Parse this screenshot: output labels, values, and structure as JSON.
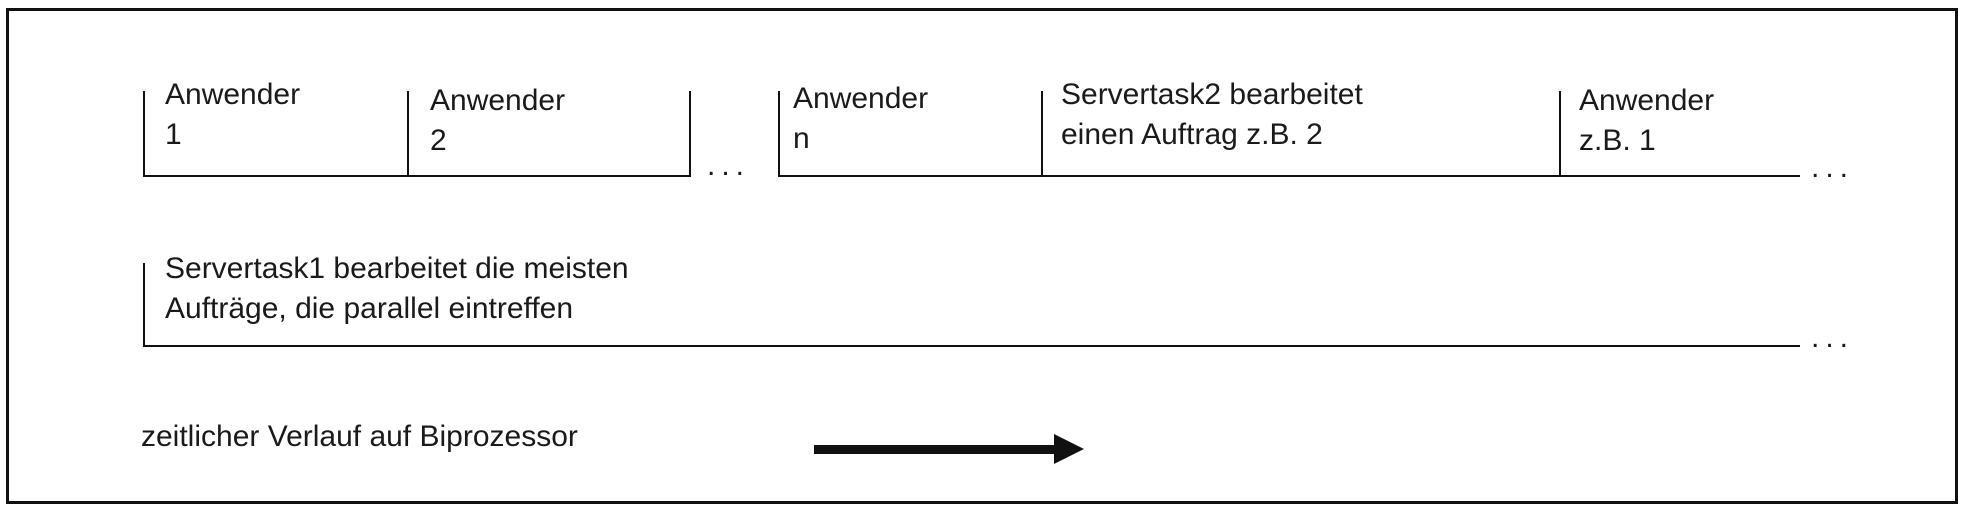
{
  "row1": {
    "segments": [
      {
        "line1": "Anwender",
        "line2": "1"
      },
      {
        "line1": "Anwender",
        "line2": "2"
      },
      {
        "line1": "Anwender",
        "line2": "n"
      },
      {
        "line1": "Servertask2 bearbeitet",
        "line2": "einen Auftrag z.B. 2"
      },
      {
        "line1": "Anwender",
        "line2": "z.B. 1"
      }
    ],
    "gap_dots": "...",
    "end_dots": "..."
  },
  "row2": {
    "line1": "Servertask1 bearbeitet die meisten",
    "line2": "Aufträge, die parallel eintreffen",
    "end_dots": "..."
  },
  "timeline": {
    "label": "zeitlicher Verlauf auf Biprozessor"
  }
}
